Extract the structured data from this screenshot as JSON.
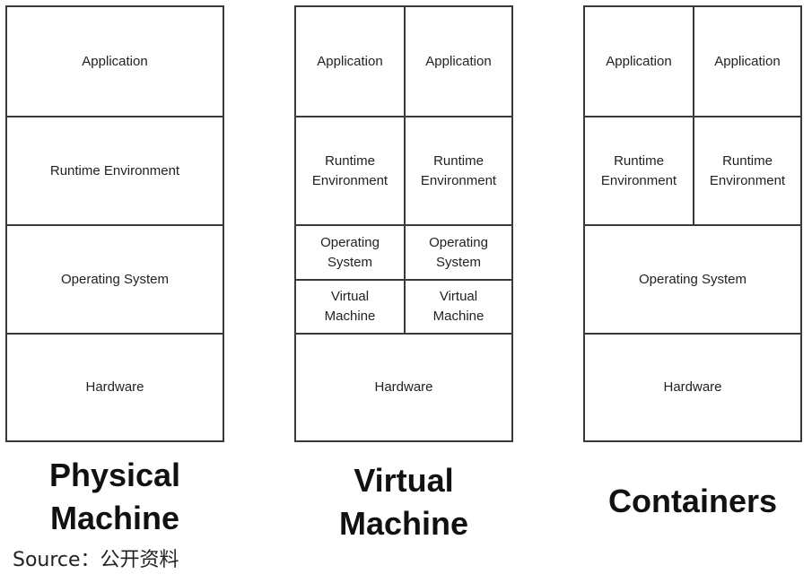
{
  "physical": {
    "application": "Application",
    "runtime": "Runtime Environment",
    "os": "Operating System",
    "hardware": "Hardware",
    "caption": "Physical\nMachine"
  },
  "virtual": {
    "app_left": "Application",
    "app_right": "Application",
    "runtime_left": "Runtime\nEnvironment",
    "runtime_right": "Runtime\nEnvironment",
    "os_left": "Operating\nSystem",
    "os_right": "Operating\nSystem",
    "vm_left": "Virtual\nMachine",
    "vm_right": "Virtual\nMachine",
    "hardware": "Hardware",
    "caption": "Virtual\nMachine"
  },
  "containers": {
    "app_left": "Application",
    "app_right": "Application",
    "runtime_left": "Runtime\nEnvironment",
    "runtime_right": "Runtime\nEnvironment",
    "os": "Operating System",
    "hardware": "Hardware",
    "caption": "Containers"
  },
  "source": "Source：公开资料"
}
